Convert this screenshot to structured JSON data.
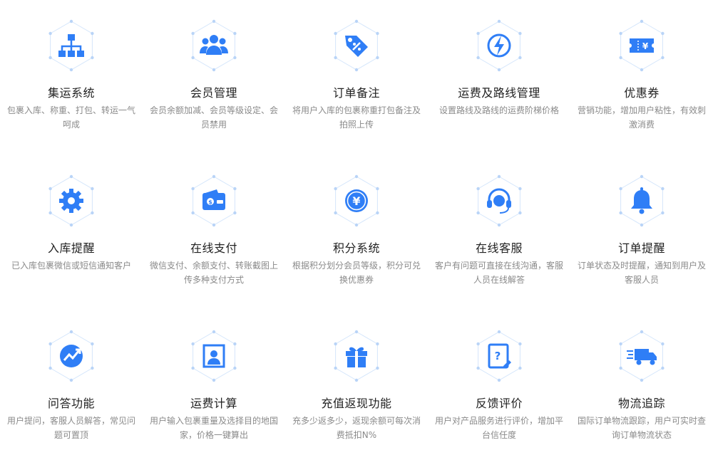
{
  "colors": {
    "accent": "#2f7ef6",
    "hex_line": "#d5e6fb",
    "dot": "#b9d4f7",
    "title": "#222222",
    "desc": "#8a8a8a"
  },
  "features": [
    {
      "icon": "org-chart-icon",
      "title": "集运系统",
      "desc": "包裹入库、称重、打包、转运一气呵成"
    },
    {
      "icon": "users-icon",
      "title": "会员管理",
      "desc": "会员余额加减、会员等级设定、会员禁用"
    },
    {
      "icon": "tag-percent-icon",
      "title": "订单备注",
      "desc": "将用户入库的包裹称重打包备注及拍照上传"
    },
    {
      "icon": "lightning-icon",
      "title": "运费及路线管理",
      "desc": "设置路线及路线的运费阶梯价格"
    },
    {
      "icon": "coupon-icon",
      "title": "优惠券",
      "desc": "营销功能，增加用户粘性，有效刺激消费"
    },
    {
      "icon": "gear-icon",
      "title": "入库提醒",
      "desc": "已入库包裹微信或短信通知客户"
    },
    {
      "icon": "wallet-icon",
      "title": "在线支付",
      "desc": "微信支付、余额支付、转账截图上传多种支付方式"
    },
    {
      "icon": "yen-coin-icon",
      "title": "积分系统",
      "desc": "根据积分划分会员等级，积分可兑换优惠券"
    },
    {
      "icon": "headset-icon",
      "title": "在线客服",
      "desc": "客户有问题可直接在线沟通，客服人员在线解答"
    },
    {
      "icon": "bell-icon",
      "title": "订单提醒",
      "desc": "订单状态及时提醒，通知到用户及客服人员"
    },
    {
      "icon": "trend-icon",
      "title": "问答功能",
      "desc": "用户提问，客服人员解答，常见问题可置顶"
    },
    {
      "icon": "portrait-icon",
      "title": "运费计算",
      "desc": "用户输入包裹重量及选择目的地国家，价格一键算出"
    },
    {
      "icon": "gift-icon",
      "title": "充值返现功能",
      "desc": "充多少返多少，返现余额可每次消费抵扣N%"
    },
    {
      "icon": "question-doc-icon",
      "title": "反馈评价",
      "desc": "用户对产品服务进行评价，增加平台信任度"
    },
    {
      "icon": "truck-icon",
      "title": "物流追踪",
      "desc": "国际订单物流跟踪，用户可实时查询订单物流状态"
    }
  ]
}
